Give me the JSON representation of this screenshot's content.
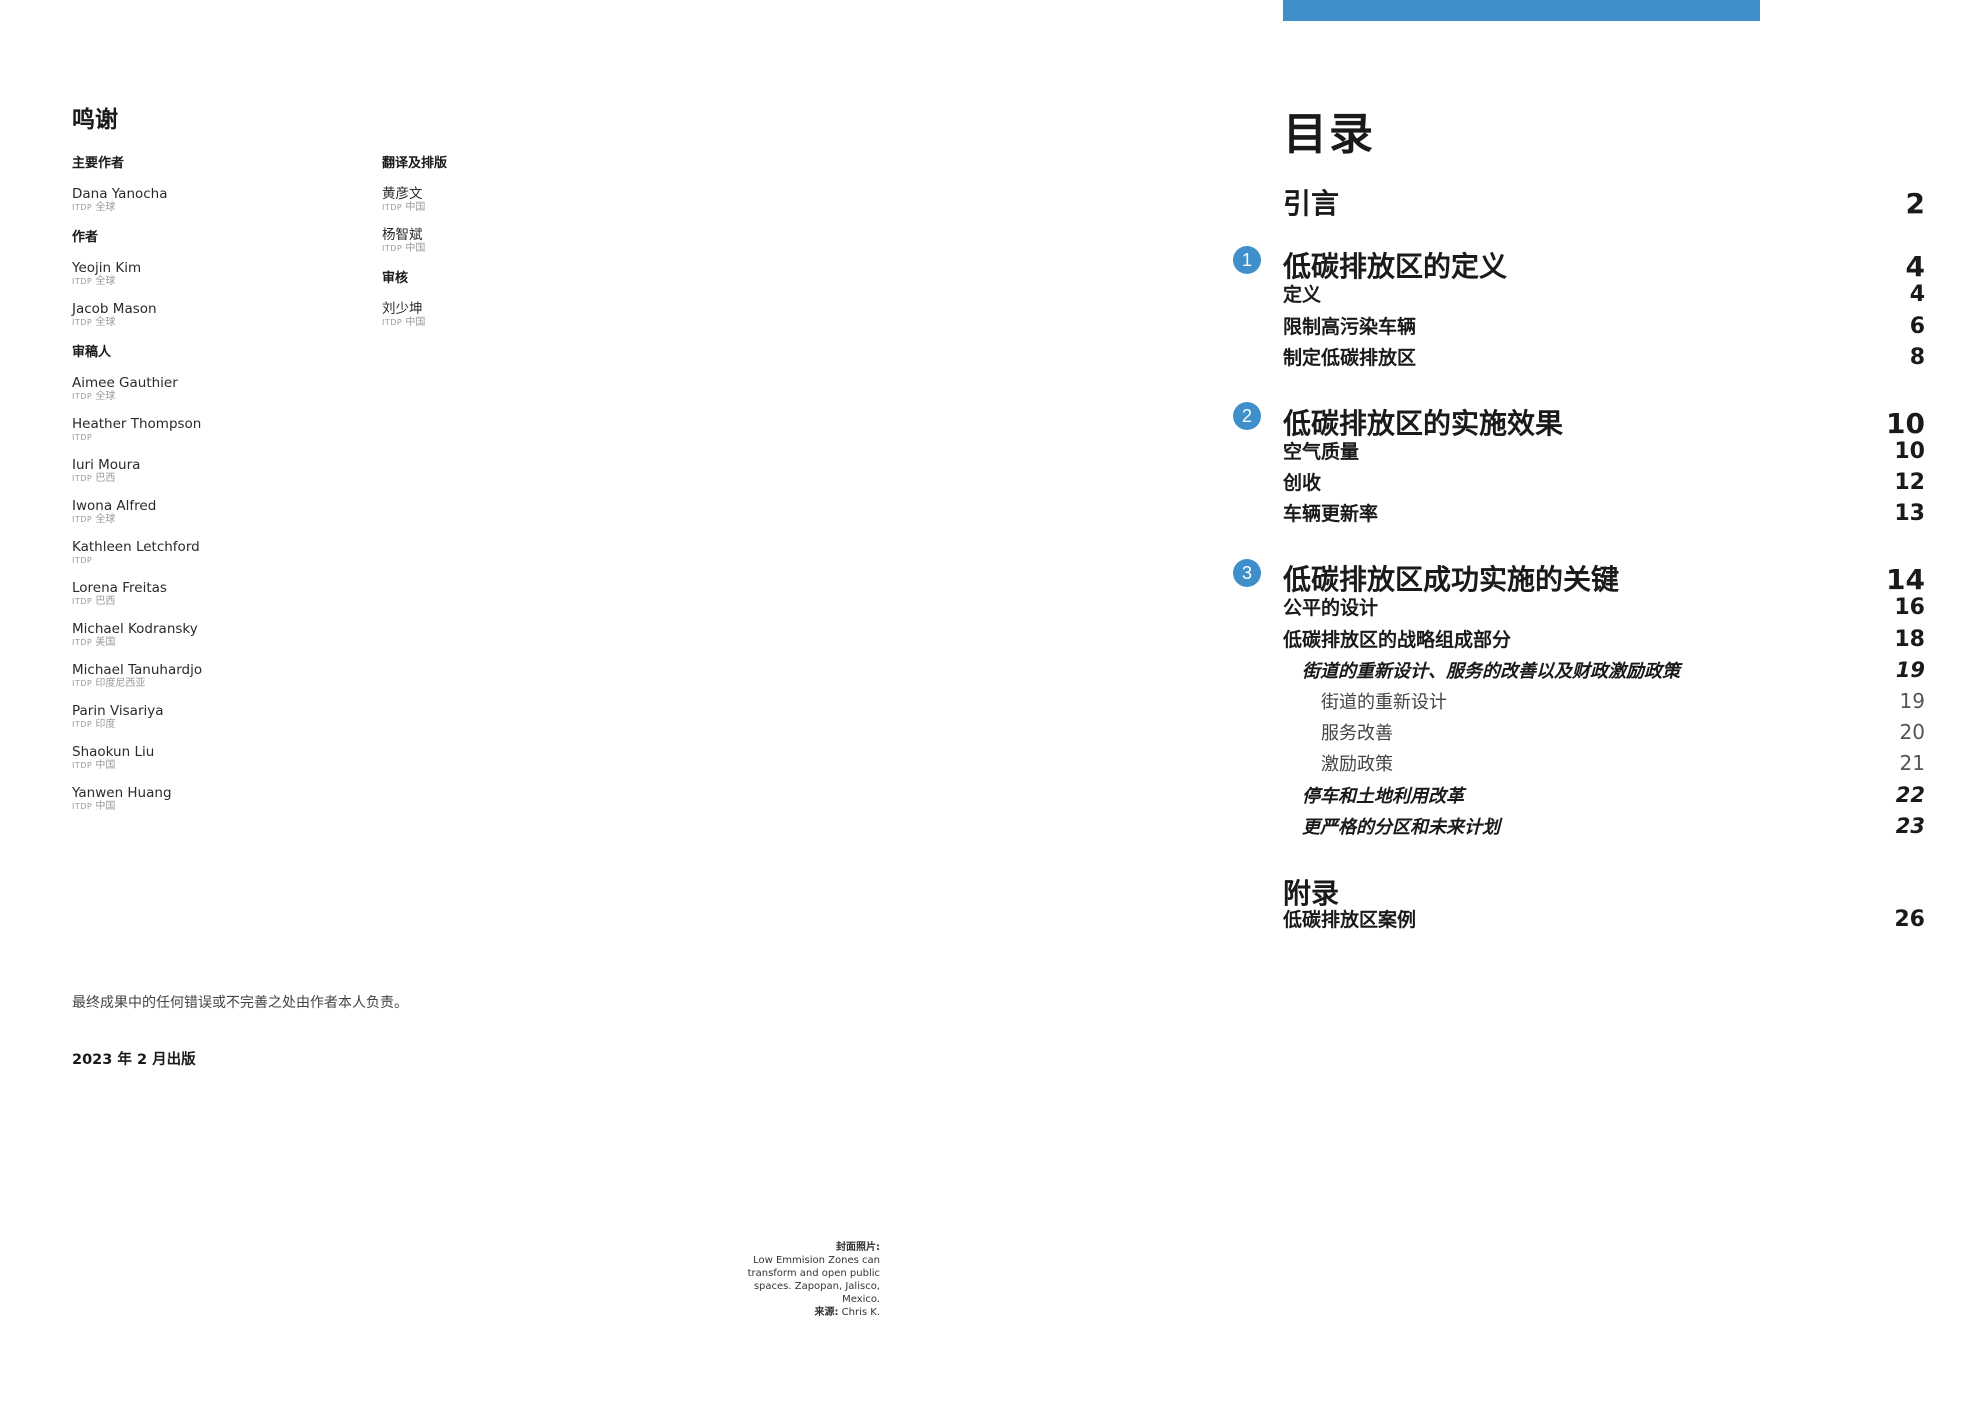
{
  "acknowledgements": {
    "title": "鸣谢",
    "left_column": [
      {
        "heading": "主要作者",
        "people": [
          {
            "name": "Dana Yanocha",
            "org_tag": "ITDP",
            "org": "全球"
          }
        ]
      },
      {
        "heading": "作者",
        "people": [
          {
            "name": "Yeojin Kim",
            "org_tag": "ITDP",
            "org": "全球"
          },
          {
            "name": "Jacob Mason",
            "org_tag": "ITDP",
            "org": "全球"
          }
        ]
      },
      {
        "heading": "审稿人",
        "people": [
          {
            "name": "Aimee Gauthier",
            "org_tag": "ITDP",
            "org": "全球"
          },
          {
            "name": "Heather Thompson",
            "org_tag": "ITDP",
            "org": ""
          },
          {
            "name": "Iuri Moura",
            "org_tag": "ITDP",
            "org": "巴西"
          },
          {
            "name": "Iwona Alfred",
            "org_tag": "ITDP",
            "org": "全球"
          },
          {
            "name": "Kathleen Letchford",
            "org_tag": "ITDP",
            "org": ""
          },
          {
            "name": "Lorena Freitas",
            "org_tag": "ITDP",
            "org": "巴西"
          },
          {
            "name": "Michael Kodransky",
            "org_tag": "ITDP",
            "org": "美国"
          },
          {
            "name": "Michael Tanuhardjo",
            "org_tag": "ITDP",
            "org": "印度尼西亚"
          },
          {
            "name": "Parin Visariya",
            "org_tag": "ITDP",
            "org": "印度"
          },
          {
            "name": "Shaokun Liu",
            "org_tag": "ITDP",
            "org": "中国"
          },
          {
            "name": "Yanwen Huang",
            "org_tag": "ITDP",
            "org": "中国"
          }
        ]
      }
    ],
    "right_column": [
      {
        "heading": "翻译及排版",
        "people": [
          {
            "name": "黄彦文",
            "org_tag": "ITDP",
            "org": "中国"
          },
          {
            "name": "杨智斌",
            "org_tag": "ITDP",
            "org": "中国"
          }
        ]
      },
      {
        "heading": "审核",
        "people": [
          {
            "name": "刘少坤",
            "org_tag": "ITDP",
            "org": "中国"
          }
        ]
      }
    ],
    "disclaimer": "最终成果中的任何错误或不完善之处由作者本人负责。",
    "published": "2023 年 2 月出版"
  },
  "cover_credit": {
    "heading": "封面照片:",
    "caption": "Low Emmision Zones can transform and open public spaces. Zapopan, Jalisco, Mexico.",
    "source_label": "来源:",
    "source": "Chris K."
  },
  "toc": {
    "title": "目录",
    "entries": [
      {
        "label": "引言",
        "page": "2",
        "level": 0
      },
      {
        "badge": "1",
        "label": "低碳排放区的定义",
        "page": "4",
        "level": 0
      },
      {
        "label": "定义",
        "page": "4",
        "level": 1
      },
      {
        "label": "限制高污染车辆",
        "page": "6",
        "level": 1
      },
      {
        "label": "制定低碳排放区",
        "page": "8",
        "level": 1
      },
      {
        "badge": "2",
        "label": "低碳排放区的实施效果",
        "page": "10",
        "level": 0
      },
      {
        "label": "空气质量",
        "page": "10",
        "level": 1
      },
      {
        "label": "创收",
        "page": "12",
        "level": 1
      },
      {
        "label": "车辆更新率",
        "page": "13",
        "level": 1
      },
      {
        "badge": "3",
        "label": "低碳排放区成功实施的关键",
        "page": "14",
        "level": 0
      },
      {
        "label": "公平的设计",
        "page": "16",
        "level": 1
      },
      {
        "label": "低碳排放区的战略组成部分",
        "page": "18",
        "level": 1
      },
      {
        "label": "街道的重新设计、服务的改善以及财政激励政策",
        "page": "19",
        "level": 2
      },
      {
        "label": "街道的重新设计",
        "page": "19",
        "level": 3
      },
      {
        "label": "服务改善",
        "page": "20",
        "level": 3
      },
      {
        "label": "激励政策",
        "page": "21",
        "level": 3
      },
      {
        "label": "停车和土地利用改革",
        "page": "22",
        "level": 2
      },
      {
        "label": "更严格的分区和未来计划",
        "page": "23",
        "level": 2
      },
      {
        "label": "附录",
        "page": "",
        "level": 0
      },
      {
        "label": "低碳排放区案例",
        "page": "26",
        "level": 1
      }
    ]
  },
  "colors": {
    "accent": "#3f8fcb",
    "text": "#1a1a1a",
    "muted": "#9a9a9a"
  }
}
